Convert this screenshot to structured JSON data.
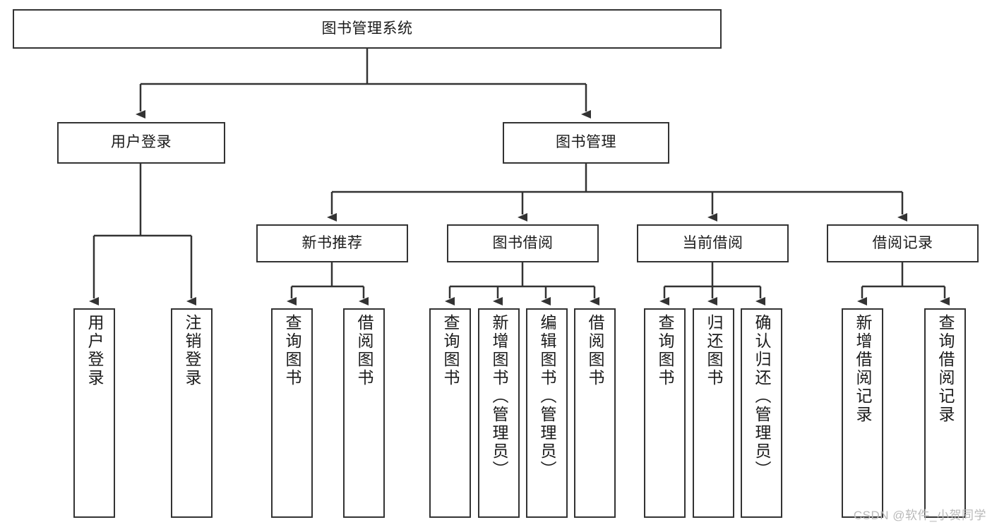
{
  "diagram": {
    "title_node": {
      "label": "图书管理系统"
    },
    "level2": [
      {
        "id": "user-login",
        "label": "用户登录"
      },
      {
        "id": "book-management",
        "label": "图书管理"
      }
    ],
    "level3": [
      {
        "id": "new-book-recommend",
        "label": "新书推荐"
      },
      {
        "id": "book-borrow",
        "label": "图书借阅"
      },
      {
        "id": "current-borrow",
        "label": "当前借阅"
      },
      {
        "id": "borrow-record",
        "label": "借阅记录"
      }
    ],
    "leaves": [
      {
        "id": "leaf-user-login",
        "parent": "user-login",
        "label": "用户登录"
      },
      {
        "id": "leaf-logout-login",
        "parent": "user-login",
        "label": "注销登录"
      },
      {
        "id": "leaf-query-book-1",
        "parent": "new-book-recommend",
        "label": "查询图书"
      },
      {
        "id": "leaf-borrow-book-1",
        "parent": "new-book-recommend",
        "label": "借阅图书"
      },
      {
        "id": "leaf-query-book-2",
        "parent": "book-borrow",
        "label": "查询图书"
      },
      {
        "id": "leaf-add-book-admin",
        "parent": "book-borrow",
        "label": "新增图书（管理员）"
      },
      {
        "id": "leaf-edit-book-admin",
        "parent": "book-borrow",
        "label": "编辑图书（管理员）"
      },
      {
        "id": "leaf-borrow-book-2",
        "parent": "book-borrow",
        "label": "借阅图书"
      },
      {
        "id": "leaf-query-book-3",
        "parent": "current-borrow",
        "label": "查询图书"
      },
      {
        "id": "leaf-return-book",
        "parent": "current-borrow",
        "label": "归还图书"
      },
      {
        "id": "leaf-confirm-return-admin",
        "parent": "current-borrow",
        "label": "确认归还（管理员）"
      },
      {
        "id": "leaf-add-borrow-record",
        "parent": "borrow-record",
        "label": "新增借阅记录"
      },
      {
        "id": "leaf-query-borrow-record",
        "parent": "borrow-record",
        "label": "查询借阅记录"
      }
    ],
    "watermark": "CSDN @软件_小贺同学",
    "colors": {
      "stroke": "#333333",
      "fill": "#ffffff",
      "text": "#1b1b1b",
      "watermark": "#b9b9b9"
    }
  }
}
